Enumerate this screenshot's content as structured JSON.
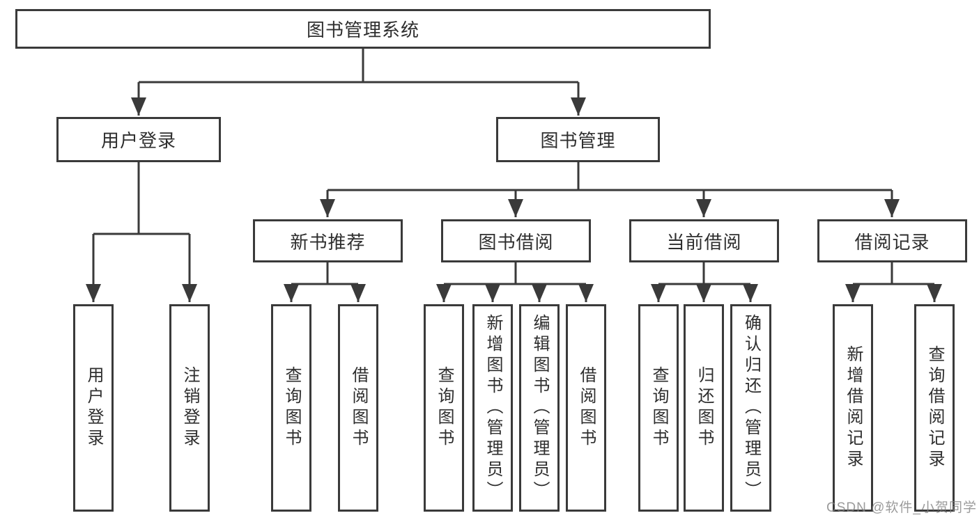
{
  "tree": {
    "root": {
      "label": "图书管理系统"
    },
    "branches": [
      {
        "label": "用户登录",
        "children": [
          "用户登录",
          "注销登录"
        ]
      },
      {
        "label": "图书管理",
        "groups": [
          {
            "label": "新书推荐",
            "children": [
              "查询图书",
              "借阅图书"
            ]
          },
          {
            "label": "图书借阅",
            "children": [
              "查询图书",
              "新增图书（管理员）",
              "编辑图书（管理员）",
              "借阅图书"
            ]
          },
          {
            "label": "当前借阅",
            "children": [
              "查询图书",
              "归还图书",
              "确认归还（管理员）"
            ]
          },
          {
            "label": "借阅记录",
            "children": [
              "新增借阅记录",
              "查询借阅记录"
            ]
          }
        ]
      }
    ]
  },
  "watermark": {
    "text": "CSDN @软件_小贺同学"
  },
  "colors": {
    "line": "#3a3a3a",
    "text": "#2e2e2e",
    "box_fill": "#ffffff",
    "watermark": "#828282",
    "background": "#ffffff"
  }
}
